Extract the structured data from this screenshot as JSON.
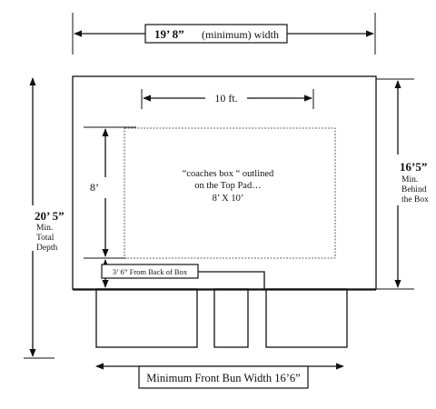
{
  "top_width": {
    "value": "19’ 8”",
    "note": "(minimum) width"
  },
  "inner_width": "10 ft.",
  "inner_height": "8’",
  "coaches_box": [
    "“coaches box “ outlined",
    "on the Top Pad…",
    "8’ X 10’"
  ],
  "behind_box": {
    "value": "16’5”",
    "lines": [
      "Min.",
      "Behind",
      "the Box"
    ]
  },
  "total_depth": {
    "value": "20’ 5”",
    "lines": [
      "Min.",
      "Total",
      "Depth"
    ]
  },
  "back_of_box_label": "3’ 6” From Back of Box",
  "front_bun_width": "Minimum Front Bun Width 16’6”"
}
